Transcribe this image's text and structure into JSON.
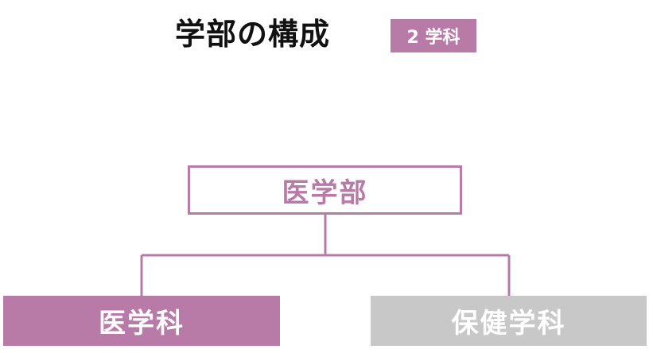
{
  "header": {
    "title": "学部の構成",
    "badge": "2 学科"
  },
  "diagram": {
    "faculty": "医学部",
    "departments": [
      {
        "label": "医学科",
        "color": "#b87aa6"
      },
      {
        "label": "保健学科",
        "color": "#c8c8c8"
      }
    ]
  },
  "colors": {
    "accent": "#b87aa6",
    "inactive": "#c8c8c8"
  }
}
